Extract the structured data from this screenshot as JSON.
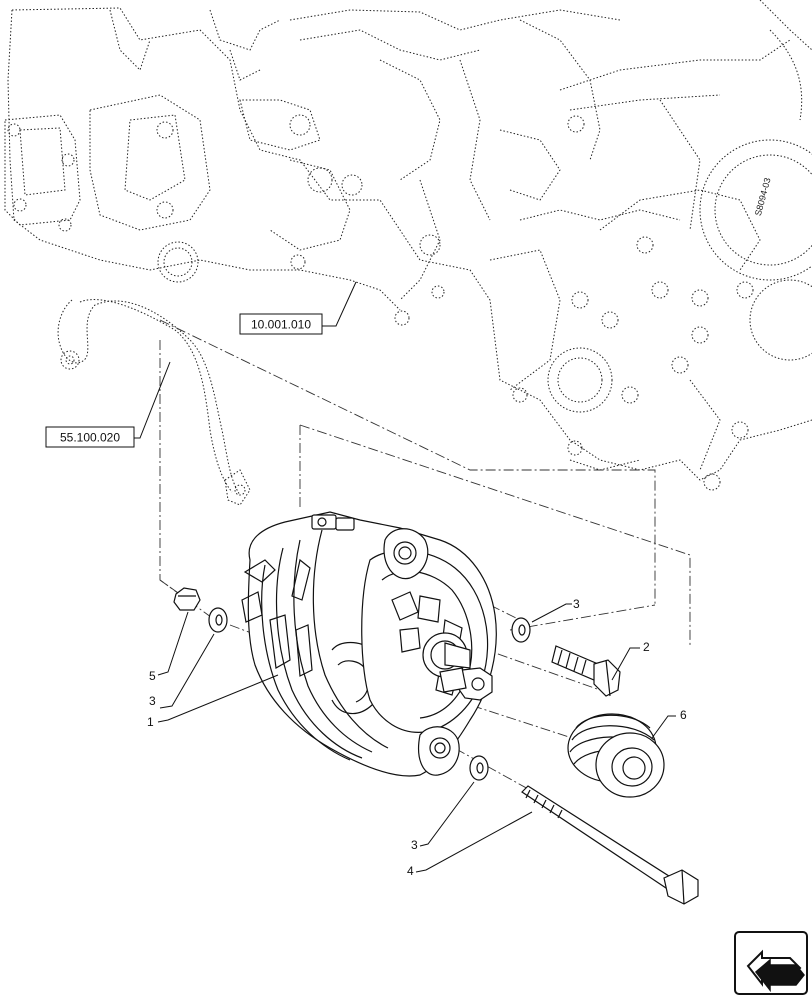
{
  "references": [
    {
      "id": "ref-engine",
      "text": "10.001.010"
    },
    {
      "id": "ref-harness",
      "text": "55.100.020"
    }
  ],
  "callouts": [
    {
      "id": "callout-alternator",
      "text": "1"
    },
    {
      "id": "callout-bolt-short",
      "text": "2"
    },
    {
      "id": "callout-washer-top",
      "text": "3"
    },
    {
      "id": "callout-washer-left",
      "text": "3"
    },
    {
      "id": "callout-washer-bottom",
      "text": "3"
    },
    {
      "id": "callout-bolt-long",
      "text": "4"
    },
    {
      "id": "callout-nut",
      "text": "5"
    },
    {
      "id": "callout-pulley",
      "text": "6"
    }
  ],
  "pulley_code": "S8094-03",
  "nav_icon": "back-arrow-icon"
}
